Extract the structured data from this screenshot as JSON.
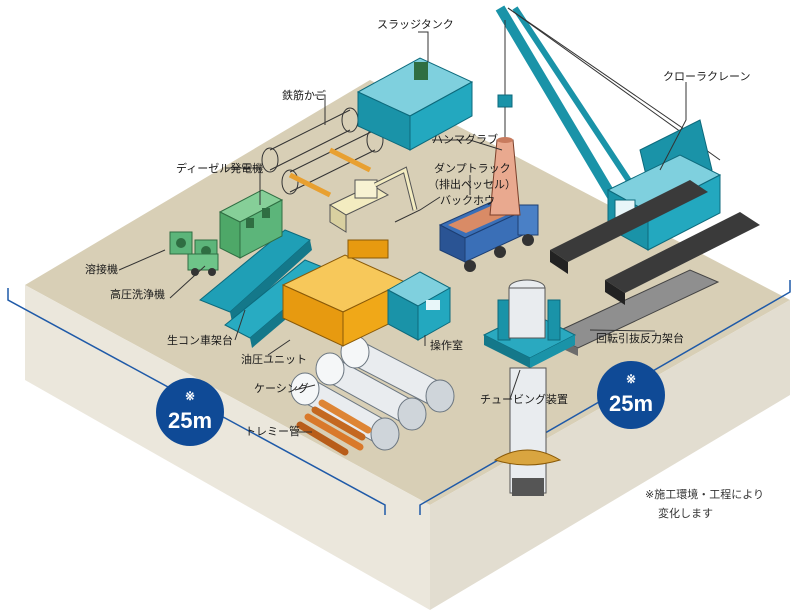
{
  "labels": {
    "sludge_tank": "スラッジタンク",
    "rebar_cage": "鉄筋かご",
    "diesel_generator": "ディーゼル発電機",
    "hammer_grab": "ハンマグラブ",
    "crawler_crane": "クローラクレーン",
    "dump_truck_line1": "ダンプトラック",
    "dump_truck_line2": "（排出ベッセル）",
    "backhoe": "バックホウ",
    "welder": "溶接機",
    "high_pressure_washer": "高圧洗浄機",
    "concrete_truck_ramp": "生コン車架台",
    "operation_room": "操作室",
    "rotary_reaction_frame": "回転引抜反力架台",
    "hydraulic_unit": "油圧ユニット",
    "casing": "ケーシング",
    "tubing_device": "チュービング装置",
    "tremie_pipe": "トレミー管"
  },
  "dimensions": {
    "left": {
      "mark": "※",
      "value": "25m"
    },
    "right": {
      "mark": "※",
      "value": "25m"
    }
  },
  "note": {
    "line1": "※施工環境・工程により",
    "line2": "変化します"
  },
  "colors": {
    "ground_top": "#d8cfb6",
    "ground_side": "#ebe7dc",
    "equipment_teal": "#1a93a8",
    "generator_green": "#5cb57a",
    "hydraulic_yellow": "#f0a818",
    "badge_blue": "#0f4a96",
    "dimension_line": "#1f5aa8"
  }
}
